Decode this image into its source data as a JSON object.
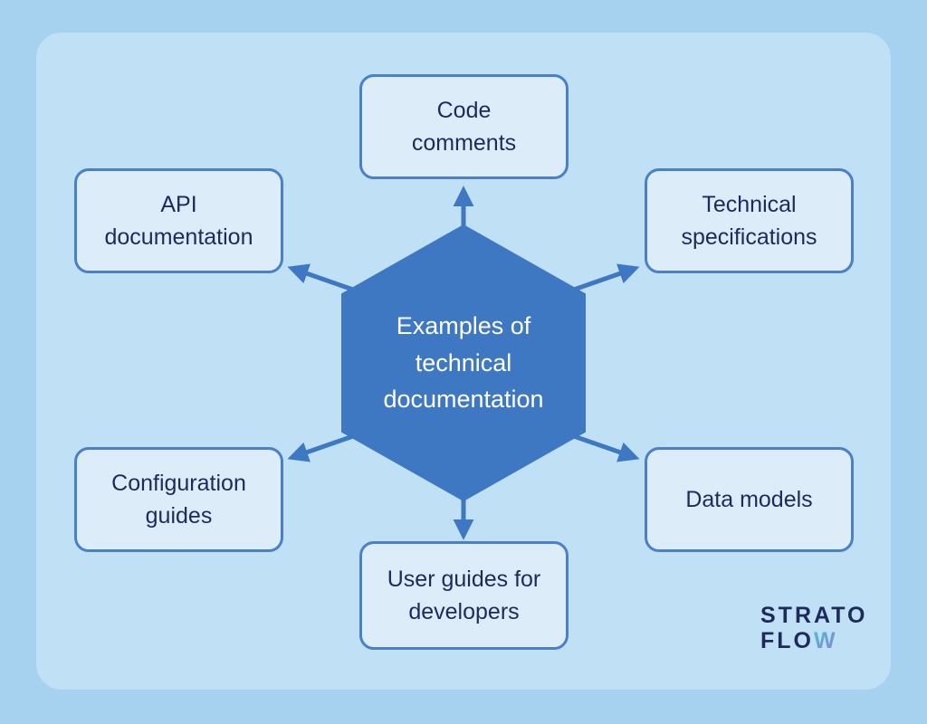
{
  "diagram": {
    "center": {
      "label": "Examples of technical documentation"
    },
    "nodes": [
      {
        "id": "code-comments",
        "label": "Code comments"
      },
      {
        "id": "api-documentation",
        "label": "API documentation"
      },
      {
        "id": "technical-specifications",
        "label": "Technical specifications"
      },
      {
        "id": "configuration-guides",
        "label": "Configuration guides"
      },
      {
        "id": "data-models",
        "label": "Data models"
      },
      {
        "id": "user-guides-for-developers",
        "label": "User guides for developers"
      }
    ]
  },
  "logo": {
    "line1": "STRATO",
    "line2_prefix": "FLO",
    "line2_suffix": "W"
  },
  "colors": {
    "outer_bg": "#a6d2ef",
    "panel_bg": "#bfe0f5",
    "node_fill": "#ddecf9",
    "node_border": "#4a80c8",
    "hex_fill": "#3e77c2",
    "arrow": "#3e77c2",
    "text_navy": "#1e2a5c"
  }
}
